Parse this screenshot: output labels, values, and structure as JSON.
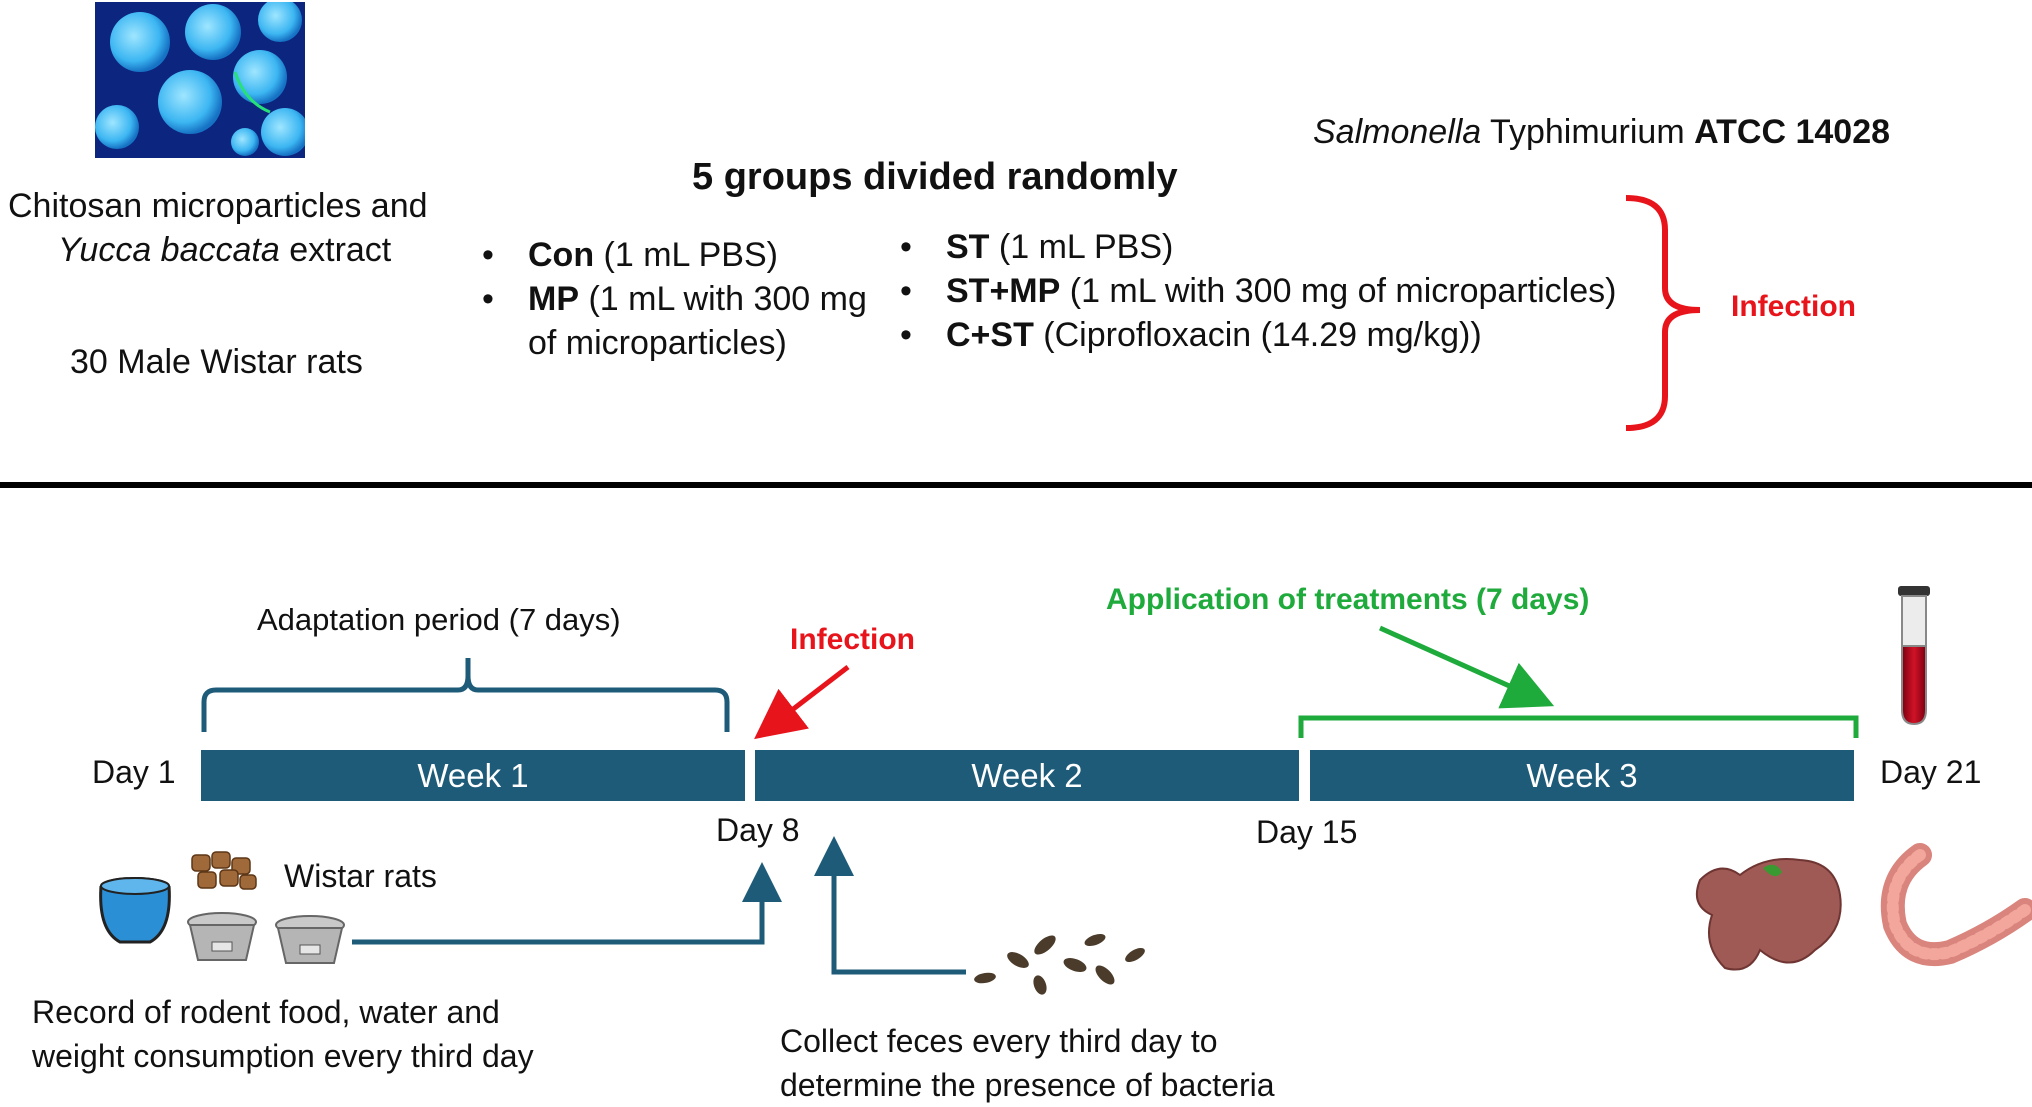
{
  "colors": {
    "timeline_bar": "#1d5b79",
    "infection_red": "#e8141b",
    "treatment_green": "#1faa3c",
    "divider": "#000000"
  },
  "header": {
    "material_line1": "Chitosan microparticles and",
    "material_line2_italic": "Yucca baccata",
    "material_line2_rest": " extract",
    "animals": "30 Male Wistar rats",
    "groups_title": "5 groups divided randomly",
    "strain_italic": "Salmonella",
    "strain_plain": " Typhimurium ",
    "strain_bold": "ATCC 14028",
    "infection_label": "Infection"
  },
  "groups_left": [
    {
      "code": "Con",
      "desc": " (1 mL PBS)"
    },
    {
      "code": "MP",
      "desc": " (1 mL with 300 mg of microparticles)"
    }
  ],
  "groups_right": [
    {
      "code": "ST",
      "desc": " (1 mL PBS)"
    },
    {
      "code": "ST+MP",
      "desc": " (1 mL with 300 mg of microparticles)"
    },
    {
      "code": "C+ST",
      "desc": " (Ciprofloxacin (14.29 mg/kg))"
    }
  ],
  "timeline": {
    "adaptation": "Adaptation period (7 days)",
    "infection": "Infection",
    "treatments": "Application of treatments (7 days)",
    "week1": "Week 1",
    "week2": "Week 2",
    "week3": "Week 3",
    "day1": "Day 1",
    "day8": "Day 8",
    "day15": "Day 15",
    "day21": "Day 21",
    "rats_label": "Wistar rats",
    "record_line1": "Record of rodent food, water and",
    "record_line2": "weight consumption every third day",
    "feces_line1": "Collect feces every third day to",
    "feces_line2": "determine the presence of bacteria"
  },
  "icons": [
    "microparticles-photo",
    "water-bowl-icon",
    "food-pellets-icon",
    "scale-icon",
    "feces-icon",
    "blood-tube-icon",
    "liver-icon",
    "intestine-icon"
  ]
}
